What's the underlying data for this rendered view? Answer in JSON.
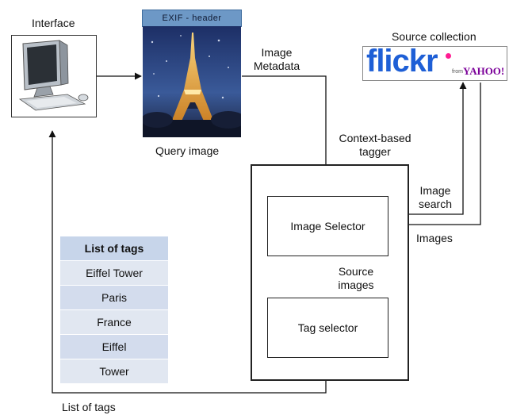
{
  "labels": {
    "interface": "Interface",
    "exif_header": "EXIF - header",
    "query_image": "Query image",
    "image_metadata_1": "Image",
    "image_metadata_2": "Metadata",
    "source_collection": "Source collection",
    "tagger_1": "Context-based",
    "tagger_2": "tagger",
    "image_search_1": "Image",
    "image_search_2": "search",
    "images": "Images",
    "source_images_1": "Source",
    "source_images_2": "images",
    "list_of_tags_bottom": "List of tags"
  },
  "boxes": {
    "image_selector": "Image Selector",
    "tag_selector": "Tag selector"
  },
  "logo": {
    "flickr": "flickr",
    "from": "from",
    "yahoo": "YAHOO!",
    "colors": {
      "blue": "#1e5fd6",
      "pink": "#ff1c92",
      "yahoo": "#7b0099"
    }
  },
  "tags_table": {
    "header": "List  of tags",
    "rows": [
      "Eiffel Tower",
      "Paris",
      "France",
      "Eiffel",
      "Tower"
    ]
  },
  "icons": [
    "computer-icon",
    "eiffel-tower-photo",
    "flickr-logo"
  ]
}
